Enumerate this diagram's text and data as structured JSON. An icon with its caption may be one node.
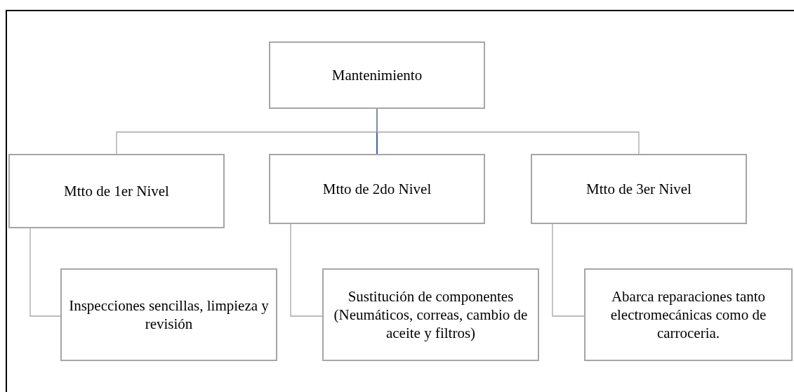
{
  "diagram": {
    "nodes": [
      {
        "text": [
          "Mantenimiento"
        ]
      },
      {
        "text": [
          "Mtto de 1er Nivel"
        ]
      },
      {
        "text": [
          "Mtto de 2do Nivel"
        ]
      },
      {
        "text": [
          "Mtto de 3er Nivel"
        ]
      },
      {
        "text": [
          "Inspecciones sencillas, limpieza y revisión"
        ]
      },
      {
        "text": [
          "Sustitución de componentes (Neumáticos, correas, cambio de aceite y filtros)"
        ]
      },
      {
        "text": [
          "Abarca reparaciones tanto electromecánicas como de carroceria."
        ]
      }
    ],
    "edges": [
      {
        "from": 0,
        "to": 1,
        "arrow": "none"
      },
      {
        "from": 0,
        "to": 2,
        "arrow": "none",
        "color": "#2f5597"
      },
      {
        "from": 0,
        "to": 3,
        "arrow": "none"
      },
      {
        "from": 1,
        "to": 4,
        "arrow": "none"
      },
      {
        "from": 2,
        "to": 5,
        "arrow": "none"
      },
      {
        "from": 3,
        "to": 6,
        "arrow": "none"
      }
    ]
  }
}
